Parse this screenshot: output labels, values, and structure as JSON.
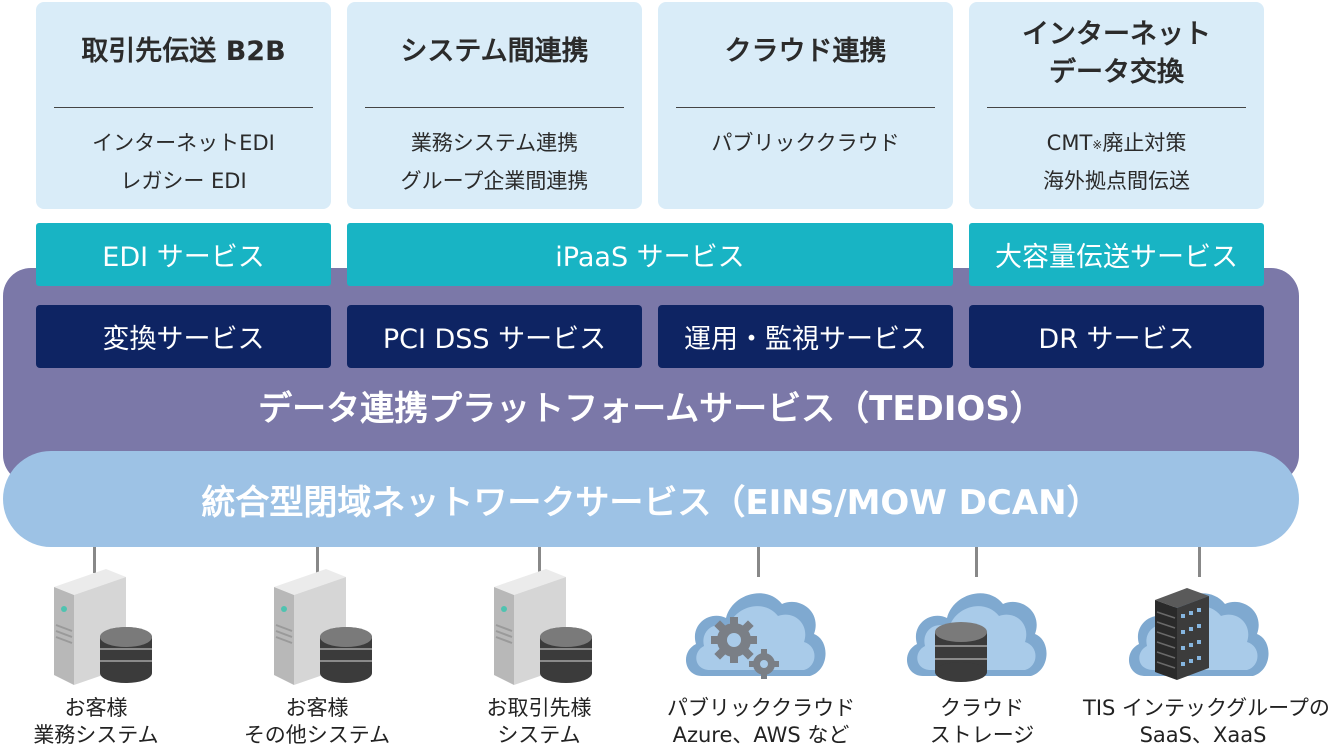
{
  "use_cases": [
    {
      "title_lines": [
        "取引先伝送 B2B"
      ],
      "items": [
        "インターネットEDI",
        "レガシー EDI"
      ]
    },
    {
      "title_lines": [
        "システム間連携"
      ],
      "items": [
        "業務システム連携",
        "グループ企業間連携"
      ]
    },
    {
      "title_lines": [
        "クラウド連携"
      ],
      "items": [
        "パブリッククラウド"
      ]
    },
    {
      "title_lines": [
        "インターネット",
        "データ交換"
      ],
      "items_rich": {
        "prefix": "CMT",
        "note_mark": "※",
        "suffix": "廃止対策"
      },
      "items": [
        "",
        "海外拠点間伝送"
      ]
    }
  ],
  "teal_services": [
    "EDI サービス",
    "iPaaS サービス",
    "大容量伝送サービス"
  ],
  "navy_services": [
    "変換サービス",
    "PCI DSS サービス",
    "運用・監視サービス",
    "DR サービス"
  ],
  "platform": {
    "label": "データ連携プラットフォームサービス（TEDIOS）"
  },
  "network": {
    "label": "統合型閉域ネットワークサービス（EINS/MOW DCAN）"
  },
  "endpoints": [
    {
      "icon": "server-database-icon",
      "lines": [
        "お客様",
        "業務システム"
      ]
    },
    {
      "icon": "server-database-icon",
      "lines": [
        "お客様",
        "その他システム"
      ]
    },
    {
      "icon": "server-database-icon",
      "lines": [
        "お取引先様",
        "システム"
      ]
    },
    {
      "icon": "cloud-gears-icon",
      "lines": [
        "パブリッククラウド",
        "Azure、AWS など"
      ]
    },
    {
      "icon": "cloud-database-icon",
      "lines": [
        "クラウド",
        "ストレージ"
      ]
    },
    {
      "icon": "cloud-server-rack-icon",
      "lines": [
        "TIS インテックグループの",
        "SaaS、XaaS"
      ]
    }
  ],
  "colors": {
    "usecase_bg": "#d9ecf8",
    "teal": "#18b4c4",
    "platform": "#7b78a8",
    "navy": "#0e2463",
    "network": "#9dc2e5"
  }
}
